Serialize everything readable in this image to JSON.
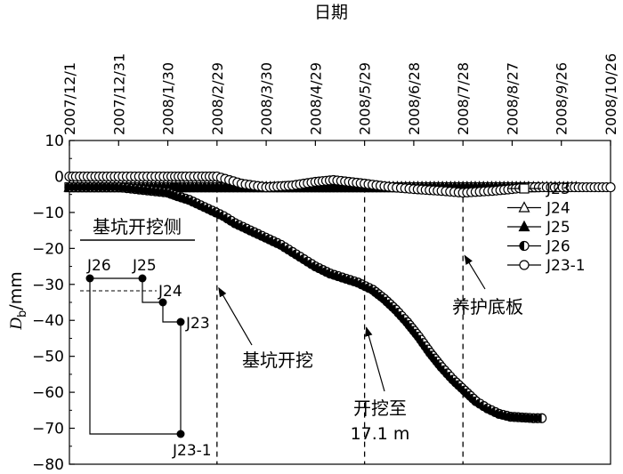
{
  "chart_data": {
    "type": "scatter",
    "title": "",
    "xlabel": "日期",
    "ylabel_main": "D",
    "ylabel_sub": "b",
    "ylabel_unit": "/mm",
    "ylim": [
      -80,
      10
    ],
    "yticks": [
      "10",
      "0",
      "−10",
      "−20",
      "−30",
      "−40",
      "−50",
      "−60",
      "−70",
      "−80"
    ],
    "yticks_values": [
      10,
      0,
      -10,
      -20,
      -30,
      -40,
      -50,
      -60,
      -70,
      -80
    ],
    "xlim": [
      "2007-12-01",
      "2008-10-26"
    ],
    "x_tick_labels": [
      "2007/12/1",
      "2007/12/31",
      "2008/1/30",
      "2008/2/29",
      "2008/3/30",
      "2008/4/29",
      "2008/5/29",
      "2008/6/28",
      "2008/7/28",
      "2008/8/27",
      "2008/9/26",
      "2008/10/26"
    ],
    "x_tick_dates": [
      "2007-12-01",
      "2007-12-31",
      "2008-01-30",
      "2008-02-29",
      "2008-03-30",
      "2008-04-29",
      "2008-05-29",
      "2008-06-28",
      "2008-07-28",
      "2008-08-27",
      "2008-09-26",
      "2008-10-26"
    ],
    "grid": false,
    "legend_position": "right",
    "series": [
      {
        "name": "J23",
        "marker": "square-open",
        "x": [
          "2007-12-01",
          "2007-12-04",
          "2007-12-31",
          "2008-01-15",
          "2008-01-30",
          "2008-02-10",
          "2008-02-29",
          "2008-03-15",
          "2008-03-30",
          "2008-04-15",
          "2008-04-29",
          "2008-05-10",
          "2008-05-29",
          "2008-06-15",
          "2008-06-28",
          "2008-07-15",
          "2008-07-28",
          "2008-08-15",
          "2008-08-27",
          "2008-09-05",
          "2008-09-10"
        ],
        "y": [
          -3,
          -3,
          -3,
          -3,
          -3,
          -3,
          -3,
          -3,
          -3,
          -3,
          -3,
          -3,
          -3,
          -3,
          -3,
          -3,
          -3,
          -3,
          -3,
          -3,
          -3
        ]
      },
      {
        "name": "J24",
        "marker": "triangle-open",
        "x": [
          "2007-12-01",
          "2007-12-31",
          "2008-01-30",
          "2008-02-29",
          "2008-03-30",
          "2008-04-29",
          "2008-05-29",
          "2008-06-28",
          "2008-07-28",
          "2008-08-27",
          "2008-09-06",
          "2008-09-12",
          "2008-10-05"
        ],
        "y": [
          -3,
          -3,
          -3,
          -3,
          -3,
          -3,
          -3,
          -3,
          -3,
          -3,
          -3,
          -3,
          -3
        ]
      },
      {
        "name": "J25",
        "marker": "triangle-filled",
        "x": [
          "2007-12-01",
          "2007-12-31",
          "2008-01-30",
          "2008-02-29",
          "2008-03-30",
          "2008-04-29",
          "2008-05-29",
          "2008-06-28",
          "2008-07-28",
          "2008-08-27",
          "2008-09-06"
        ],
        "y": [
          -3,
          -3,
          -3,
          -3,
          -3,
          -3,
          -3,
          -3,
          -3,
          -3,
          -3
        ]
      },
      {
        "name": "J26",
        "marker": "circle-half",
        "x": [
          "2007-12-01",
          "2007-12-31",
          "2008-01-30",
          "2008-02-05",
          "2008-02-12",
          "2008-02-19",
          "2008-02-26",
          "2008-03-04",
          "2008-03-11",
          "2008-03-18",
          "2008-03-25",
          "2008-04-01",
          "2008-04-08",
          "2008-04-15",
          "2008-04-22",
          "2008-04-29",
          "2008-05-08",
          "2008-05-25",
          "2008-06-03",
          "2008-06-10",
          "2008-06-17",
          "2008-06-24",
          "2008-07-01",
          "2008-07-08",
          "2008-07-15",
          "2008-07-22",
          "2008-07-29",
          "2008-08-05",
          "2008-08-12",
          "2008-08-19",
          "2008-08-26",
          "2008-09-02",
          "2008-09-09",
          "2008-09-14"
        ],
        "y": [
          -3,
          -3,
          -4.5,
          -5.5,
          -6.5,
          -8,
          -9.5,
          -11,
          -13,
          -14.5,
          -16,
          -17.5,
          -19,
          -21,
          -23,
          -25,
          -27,
          -29.5,
          -31.5,
          -34,
          -37,
          -40.5,
          -44.5,
          -49,
          -53,
          -56.5,
          -59.5,
          -62.5,
          -64.5,
          -66,
          -66.8,
          -67,
          -67.2,
          -67.2
        ]
      },
      {
        "name": "J23-1",
        "marker": "circle-open",
        "x": [
          "2007-12-01",
          "2007-12-05",
          "2007-12-31",
          "2008-01-30",
          "2008-02-10",
          "2008-02-20",
          "2008-02-29",
          "2008-03-15",
          "2008-03-30",
          "2008-04-15",
          "2008-04-29",
          "2008-05-10",
          "2008-05-29",
          "2008-06-15",
          "2008-06-28",
          "2008-07-15",
          "2008-07-28",
          "2008-08-15",
          "2008-08-27",
          "2008-09-05",
          "2008-10-26"
        ],
        "y": [
          0,
          0,
          0,
          0,
          0,
          0,
          0,
          -2,
          -3,
          -2.5,
          -1.5,
          -1,
          -2,
          -3,
          -3.5,
          -4,
          -4.5,
          -4,
          -3.5,
          -3,
          -3
        ]
      }
    ],
    "vlines": [
      "2008-02-29",
      "2008-05-29",
      "2008-07-28"
    ],
    "annotations": [
      {
        "text": "基坑开挖",
        "arrow_to_date": "2008-02-29",
        "arrow_to_y": -31
      },
      {
        "text_line1": "开挖至",
        "text_line2": "17.1 m",
        "arrow_to_date": "2008-05-29",
        "arrow_to_y": -42
      },
      {
        "text": "养护底板",
        "arrow_to_date": "2008-07-28",
        "arrow_to_y": -22
      }
    ],
    "inset": {
      "title": "基坑开挖侧",
      "labels": [
        "J26",
        "J25",
        "J24",
        "J23",
        "J23-1"
      ]
    }
  }
}
